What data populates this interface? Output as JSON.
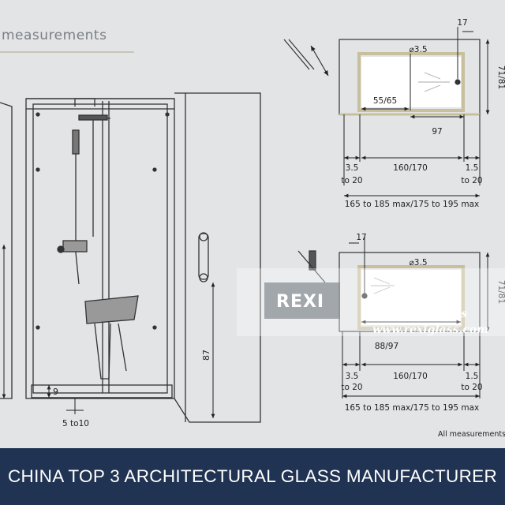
{
  "heading": "measurements",
  "banner": "CHINA TOP 3 ARCHITECTURAL GLASS MANUFACTURER",
  "footnote": "All measurements",
  "watermark": {
    "logo": "REXI",
    "line1": "ShowerGlass",
    "line2": "www.rexiglass.com"
  },
  "front_view": {
    "height_label": "87",
    "tray_label": "9",
    "bottom_label": "5 to10"
  },
  "plan_top": {
    "drain": "⌀3.5",
    "offset_top": "17",
    "depth": "71/81",
    "inner_a": "55/65",
    "inner_b": "97",
    "left_a": "3.5",
    "left_b": "to 20",
    "middle": "160/170",
    "right_a": "1.5",
    "right_b": "to 20",
    "total": "165 to 185 max/175 to 195 max"
  },
  "plan_bottom": {
    "drain": "⌀3.5",
    "offset_top": "17",
    "depth": "71/81",
    "inner": "88/97",
    "left_a": "3.5",
    "left_b": "to 20",
    "middle": "160/170",
    "right_a": "1.5",
    "right_b": "to 20",
    "total": "165 to 185 max/175 to 195 max"
  }
}
